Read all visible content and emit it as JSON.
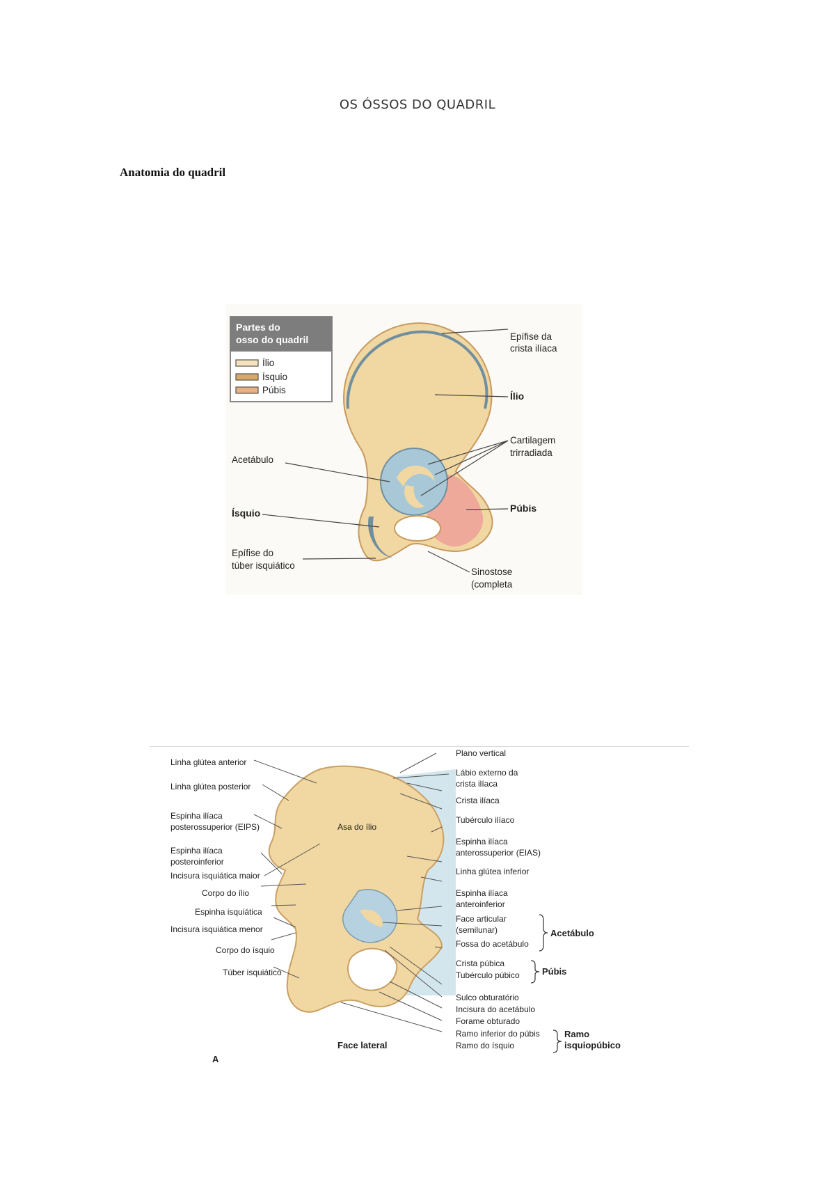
{
  "document": {
    "title": "OS ÓSSOS DO QUADRIL",
    "heading": "Anatomia do quadril"
  },
  "figure1": {
    "legend": {
      "title_line1": "Partes do",
      "title_line2": "osso do quadril",
      "items": [
        "Ílio",
        "Ísquio",
        "Púbis"
      ]
    },
    "labels": {
      "epifise_crista_1": "Epífise da",
      "epifise_crista_2": "crista ilíaca",
      "ilio": "Ílio",
      "cartilagem_1": "Cartilagem",
      "cartilagem_2": "trirradiada",
      "acetabulo": "Acetábulo",
      "isquio": "Ísquio",
      "pubis": "Púbis",
      "epifise_tuber_1": "Epífise do",
      "epifise_tuber_2": "túber isquiático",
      "sinostose_1": "Sinostose",
      "sinostose_2": "(completa"
    },
    "colors": {
      "ilio": "#f1d7a1",
      "isquio": "#d9a866",
      "pubis": "#efa19a",
      "cartilage": "#9fc4d6"
    }
  },
  "figure2": {
    "labels_left": [
      "Linha glútea anterior",
      "Linha glútea posterior",
      "Espinha ilíaca",
      "posterossuperior (EIPS)",
      "Espinha ilíaca",
      "posteroinferior",
      "Incisura isquiática maior",
      "Corpo do ílio",
      "Espinha isquiática",
      "Incisura isquiática menor",
      "Corpo do ísquio",
      "Túber isquiático"
    ],
    "labels_right": [
      "Plano vertical",
      "Lábio externo da",
      "crista ilíaca",
      "Crista ilíaca",
      "Tubérculo ilíaco",
      "Espinha ilíaca",
      "anterossuperior (EIAS)",
      "Linha glútea inferior",
      "Espinha ilíaca",
      "anteroinferior",
      "Face articular",
      "(semilunar)",
      "Fossa do acetábulo",
      "Crista púbica",
      "Tubérculo púbico",
      "Sulco obturatório",
      "Incisura do acetábulo",
      "Forame obturado",
      "Ramo inferior do púbis",
      "Ramo do ísquio"
    ],
    "center": {
      "asa": "Asa do ílio",
      "face": "Face lateral",
      "letter": "A"
    },
    "groups": {
      "acetabulo": "Acetábulo",
      "pubis": "Púbis",
      "ramo_1": "Ramo",
      "ramo_2": "isquiopúbico"
    }
  }
}
